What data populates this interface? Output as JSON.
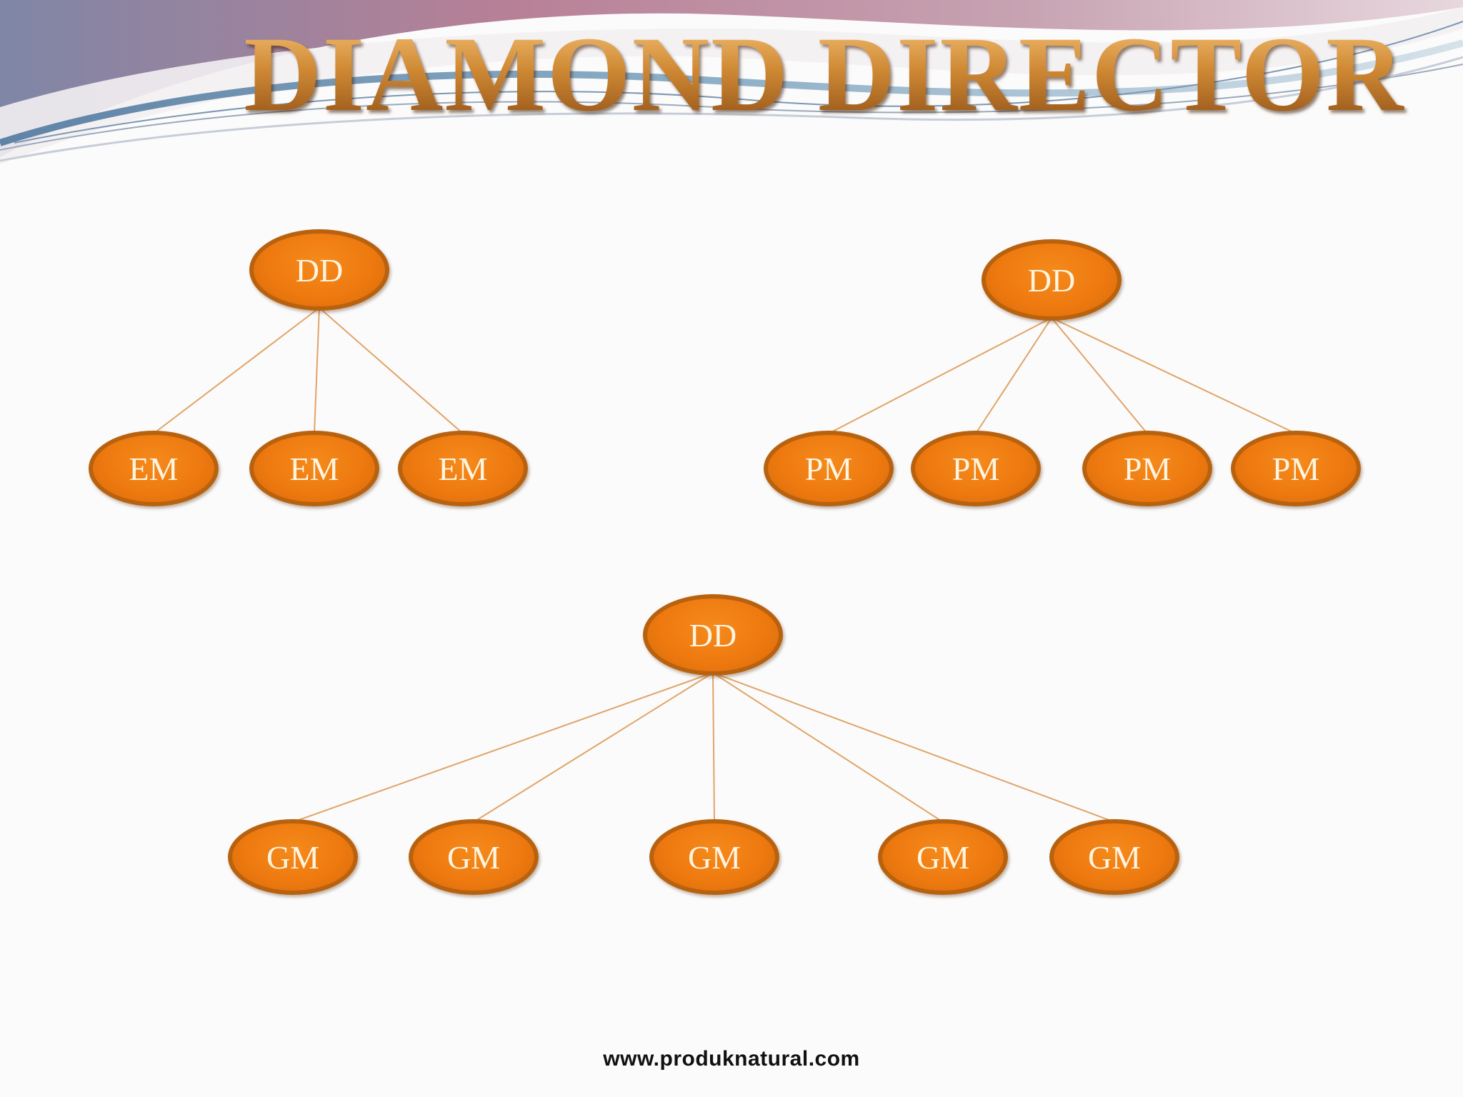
{
  "slide": {
    "title": "DIAMOND DIRECTOR",
    "footer": "www.produknatural.com"
  },
  "trees": [
    {
      "name": "tree-em",
      "root": "DD",
      "children": [
        "EM",
        "EM",
        "EM"
      ]
    },
    {
      "name": "tree-pm",
      "root": "DD",
      "children": [
        "PM",
        "PM",
        "PM",
        "PM"
      ]
    },
    {
      "name": "tree-gm",
      "root": "DD",
      "children": [
        "GM",
        "GM",
        "GM",
        "GM",
        "GM"
      ]
    }
  ],
  "colors": {
    "node_fill": "#ee7a10",
    "node_border": "#b8620f",
    "connector": "#e0a468",
    "title_gold": "#c07a2a"
  }
}
